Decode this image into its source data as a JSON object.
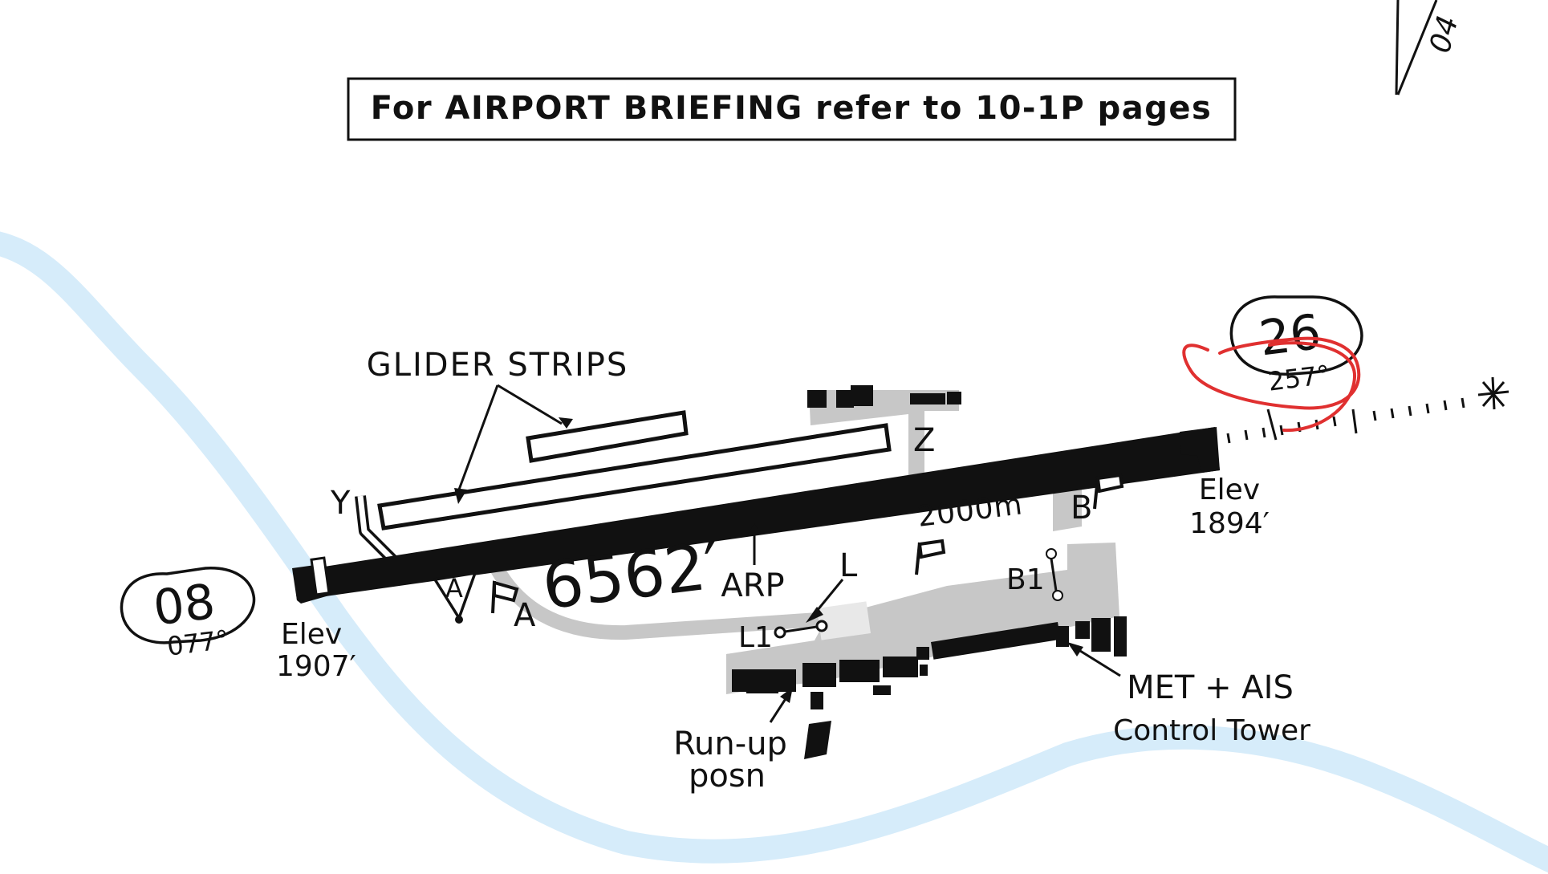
{
  "briefing_note": "For AIRPORT BRIEFING refer to 10-1P pages",
  "compass_fragment": "04",
  "runway": {
    "length_ft": "6562′",
    "length_m": "2000m",
    "arp_label": "ARP"
  },
  "runway_ends": [
    {
      "id": "rwy08",
      "designator": "08",
      "bearing": "077°",
      "elev_label": "Elev",
      "elev_value": "1907′"
    },
    {
      "id": "rwy26",
      "designator": "26",
      "bearing": "257°",
      "elev_label": "Elev",
      "elev_value": "1894′"
    }
  ],
  "glider_label": "GLIDER STRIPS",
  "taxiways": [
    "Y",
    "Z",
    "A",
    "B",
    "L",
    "L1",
    "B1"
  ],
  "hold_markers": {
    "a": "A"
  },
  "facilities": {
    "met_ais": "MET + AIS",
    "control_tower": "Control Tower",
    "runup_line1": "Run-up",
    "runup_line2": "posn"
  },
  "colors": {
    "river": "#d6ecfa",
    "apron": "#c7c7c7",
    "runway": "#111111",
    "annotation": "#e03030"
  }
}
